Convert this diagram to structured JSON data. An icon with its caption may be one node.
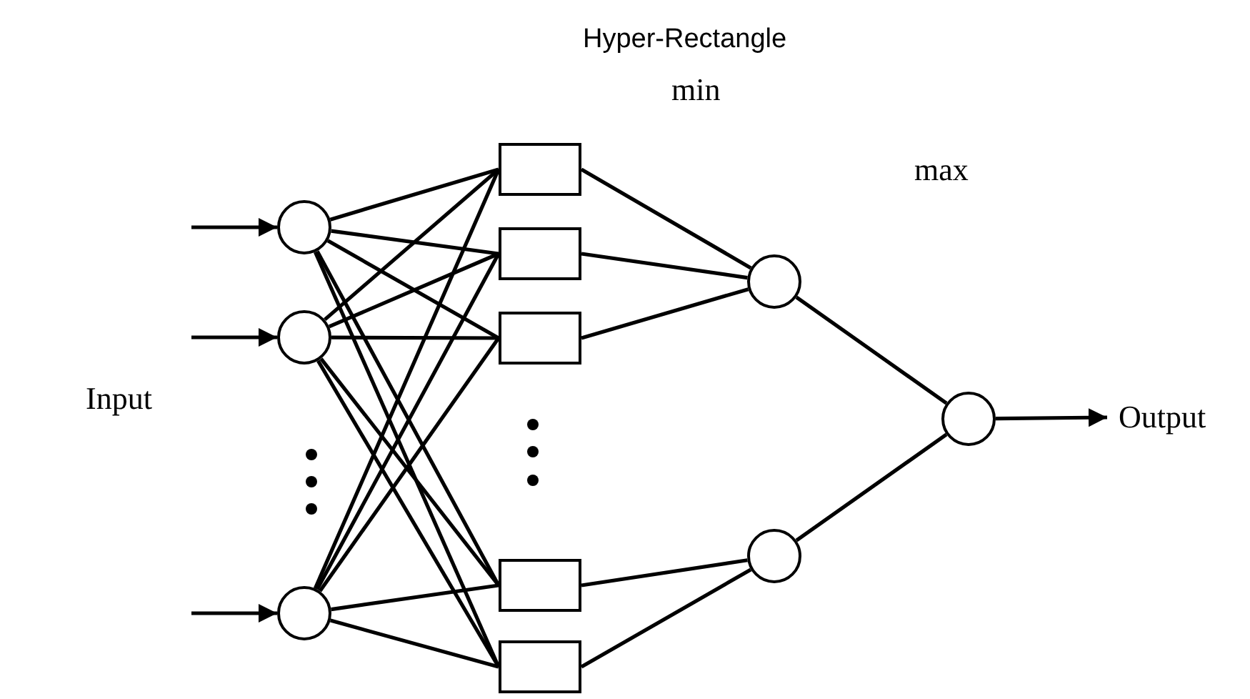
{
  "diagram": {
    "title": "Hyper-Rectangle",
    "nodes": [
      {
        "text": [],
        "shape": "circle"
      },
      {
        "text": [],
        "shape": "circle"
      },
      {
        "text": [],
        "shape": "circle"
      },
      {
        "text": [],
        "shape": "box"
      },
      {
        "text": [],
        "shape": "box"
      },
      {
        "text": [],
        "shape": "box"
      },
      {
        "text": [],
        "shape": "box"
      },
      {
        "text": [],
        "shape": "box"
      },
      {
        "text": [],
        "shape": "circle"
      },
      {
        "text": [],
        "shape": "circle"
      },
      {
        "text": [],
        "shape": "circle"
      },
      {
        "text": [
          "Output"
        ]
      }
    ],
    "edges": [
      {
        "from": null,
        "to": 0,
        "arrow": "to"
      },
      {
        "from": null,
        "to": 1,
        "arrow": "to"
      },
      {
        "from": null,
        "to": 2,
        "arrow": "to"
      },
      {
        "from": 0,
        "to": 3,
        "arrow": "none"
      },
      {
        "from": 0,
        "to": 4,
        "arrow": "none"
      },
      {
        "from": 0,
        "to": 5,
        "arrow": "none"
      },
      {
        "from": 0,
        "to": 6,
        "arrow": "none"
      },
      {
        "from": 0,
        "to": 7,
        "arrow": "none"
      },
      {
        "from": 1,
        "to": 3,
        "arrow": "none"
      },
      {
        "from": 1,
        "to": 4,
        "arrow": "none"
      },
      {
        "from": 1,
        "to": 5,
        "arrow": "none"
      },
      {
        "from": 1,
        "to": 6,
        "arrow": "none"
      },
      {
        "from": 1,
        "to": 7,
        "arrow": "none"
      },
      {
        "from": 2,
        "to": 3,
        "arrow": "none"
      },
      {
        "from": 2,
        "to": 4,
        "arrow": "none"
      },
      {
        "from": 2,
        "to": 5,
        "arrow": "none"
      },
      {
        "from": 2,
        "to": 6,
        "arrow": "none"
      },
      {
        "from": 2,
        "to": 7,
        "arrow": "none"
      },
      {
        "from": 3,
        "to": 8,
        "arrow": "none"
      },
      {
        "from": 4,
        "to": 8,
        "arrow": "none"
      },
      {
        "from": 5,
        "to": 8,
        "arrow": "none"
      },
      {
        "from": 6,
        "to": 9,
        "arrow": "none"
      },
      {
        "from": 7,
        "to": 9,
        "arrow": "none"
      },
      {
        "from": 8,
        "to": 10,
        "arrow": "none"
      },
      {
        "from": 9,
        "to": 10,
        "arrow": "none"
      },
      {
        "from": 10,
        "to": 11,
        "arrow": "to"
      }
    ],
    "labels": [
      "min",
      "max",
      "Input"
    ]
  }
}
